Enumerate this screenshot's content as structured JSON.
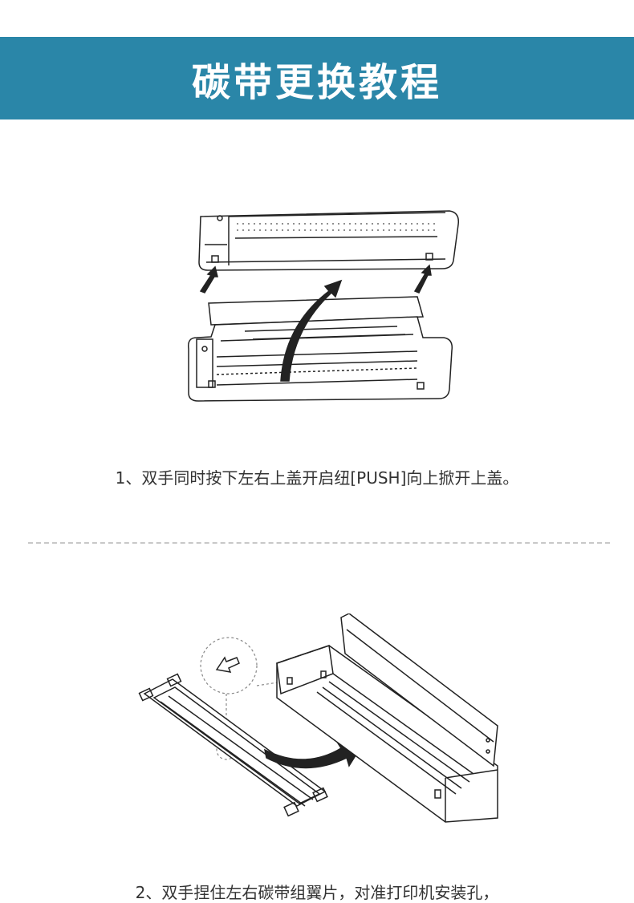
{
  "header": {
    "title": "碳带更换教程",
    "background_color": "#2a86a8"
  },
  "steps": [
    {
      "caption": "1、双手同时按下左右上盖开启纽[PUSH]向上掀开上盖。",
      "illustration_icon": "printer-open-lid-icon"
    },
    {
      "caption": "2、双手捏住左右碳带组翼片，对准打印机安装孔，",
      "illustration_icon": "ribbon-install-icon"
    }
  ]
}
